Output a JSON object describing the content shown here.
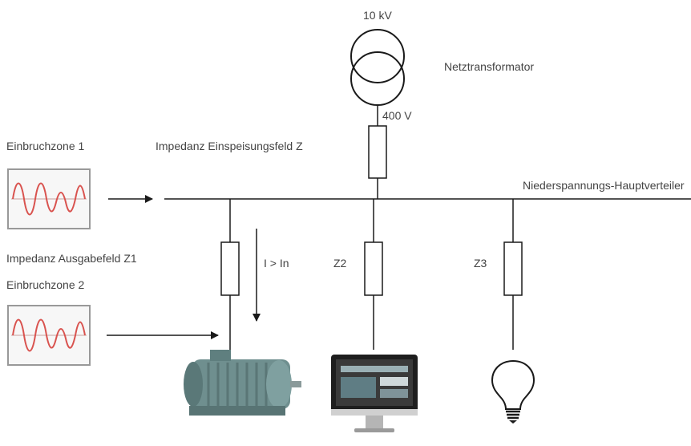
{
  "labels": {
    "voltage_primary": "10 kV",
    "transformer": "Netztransformator",
    "voltage_secondary": "400 V",
    "sag_zone_1": "Einbruchzone 1",
    "feeder_impedance": "Impedanz Einspeisungsfeld Z",
    "main_distributor": "Niederspannungs-Hauptverteiler",
    "outgoing_impedance_z1": "Impedanz Ausgabefeld Z1",
    "current_condition": "I > In",
    "z2": "Z2",
    "z3": "Z3",
    "sag_zone_2": "Einbruchzone 2"
  },
  "colors": {
    "line": "#1a1a1a",
    "text": "#444444",
    "waveform": "#d9534f",
    "waveform_panel_border": "#999999",
    "motor_body": "#6f8f8f",
    "monitor_screen": "#3a3a3a"
  },
  "icons": [
    "transformer-symbol-icon",
    "waveform-icon",
    "motor-icon",
    "computer-monitor-icon",
    "light-bulb-icon"
  ]
}
